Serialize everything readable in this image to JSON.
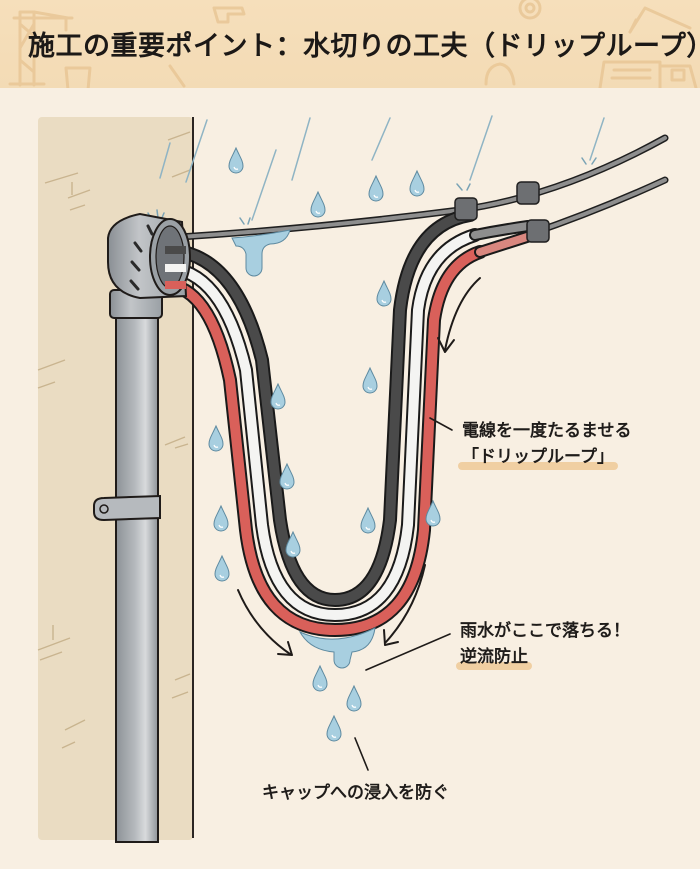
{
  "header": {
    "title": "施工の重要ポイント：水切りの工夫（ドリップループ）",
    "background_icons": [
      "crane-icon",
      "hammer-icon",
      "gear-icon",
      "paint-bucket-icon",
      "screwdriver-icon",
      "hard-hat-icon",
      "excavator-icon",
      "truck-icon"
    ]
  },
  "annotations": {
    "drip_loop_line1": "電線を一度たるませる",
    "drip_loop_line2": "「ドリップループ」",
    "drop_point_line1": "雨水がここで落ちる！",
    "drop_point_line2": "逆流防止",
    "cap_protection": "キャップへの浸入を防ぐ"
  },
  "illustration": {
    "elements": [
      "wall",
      "conduit-pipe",
      "entrance-cap",
      "pipe-saddle-clamp",
      "black-wire",
      "white-wire",
      "red-wire",
      "overhead-cables",
      "rain-drops",
      "flow-arrows"
    ],
    "colors": {
      "background": "#f8efe2",
      "header": "#f4dcb7",
      "wall": "#eadcc2",
      "pipe": "#9ea3a8",
      "wire_black": "#3f3f3f",
      "wire_white": "#f4f4f2",
      "wire_red": "#d9605a",
      "water": "#a8cfe0",
      "highlight": "#efc996"
    }
  }
}
